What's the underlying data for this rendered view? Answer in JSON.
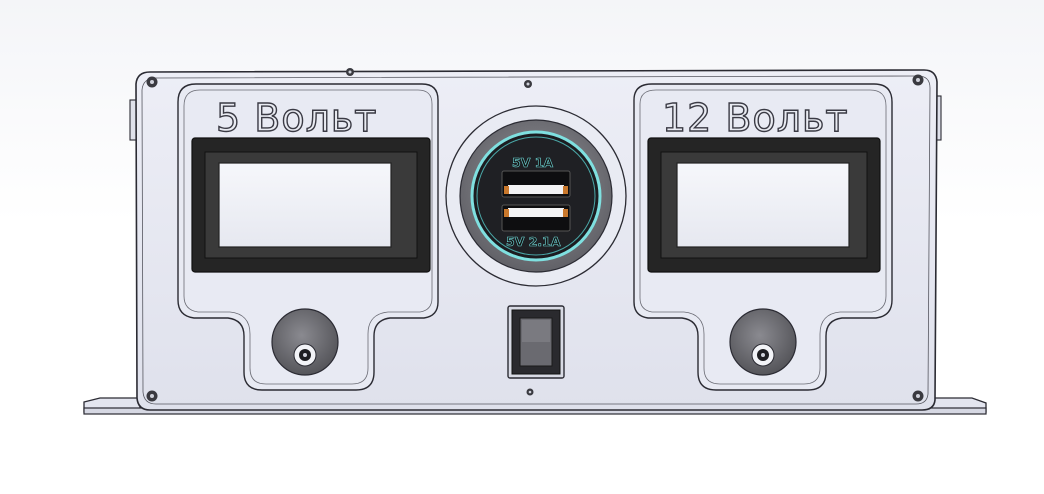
{
  "panel": {
    "left_label": "5  Вольт",
    "right_label": "12  Вольт",
    "usb_top_label": "5V 1A",
    "usb_bottom_label": "5V 2.1A"
  },
  "colors": {
    "panel_body": "#e9ebf4",
    "outline": "#2b2b33",
    "display_frame": "#2a2a2a",
    "usb_ring": "#7a7a7f",
    "usb_glow": "#7fe0e0",
    "usb_port_accent": "#c9782c",
    "knob": "#6e6e72"
  },
  "icons": {
    "voltmeter_left": "digital-display",
    "voltmeter_right": "digital-display",
    "usb_socket": "dual-usb-socket-icon",
    "switch": "rocker-switch-icon",
    "knob_left": "knob-icon",
    "knob_right": "knob-icon"
  }
}
